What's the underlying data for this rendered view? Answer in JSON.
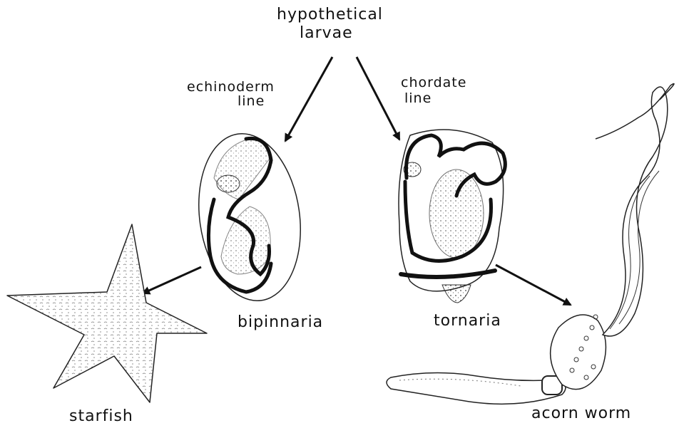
{
  "diagram": {
    "root": {
      "line1": "hypothetical",
      "line2": "larvae"
    },
    "left_branch": {
      "line1": "echinoderm",
      "line2": "line",
      "larva": "bipinnaria",
      "adult": "starfish"
    },
    "right_branch": {
      "line1": "chordate",
      "line2": "line",
      "larva": "tornaria",
      "adult": "acorn worm"
    }
  },
  "style": {
    "ink": "#111111",
    "stipple": "#555555"
  }
}
